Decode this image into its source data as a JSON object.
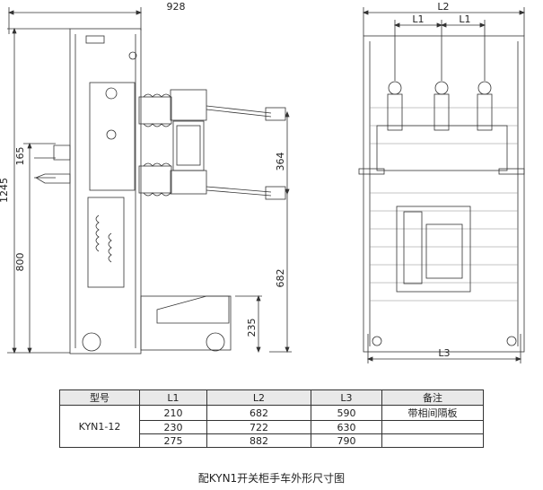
{
  "dimensions": {
    "side_width": "928",
    "height_total": "1245",
    "h_165": "165",
    "h_800": "800",
    "h_364": "364",
    "h_682": "682",
    "h_235": "235",
    "front_width": "L2",
    "phase_left": "L1",
    "phase_right": "L1",
    "bottom_width": "L3"
  },
  "table": {
    "headers": [
      "型号",
      "L1",
      "L2",
      "L3",
      "备注"
    ],
    "model": "KYN1-12",
    "rows": [
      [
        "210",
        "682",
        "590",
        "带相间隔板"
      ],
      [
        "230",
        "722",
        "630",
        ""
      ],
      [
        "275",
        "882",
        "790",
        ""
      ]
    ]
  },
  "caption": "配KYN1开关柜手车外形尺寸图"
}
